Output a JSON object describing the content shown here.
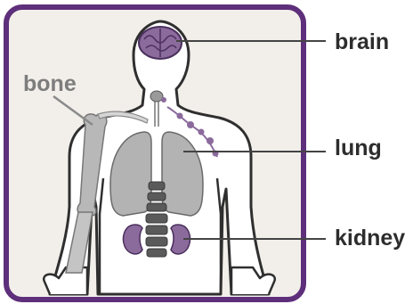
{
  "labels": {
    "bone": "bone",
    "brain": "brain",
    "lung": "lung",
    "kidney": "kidney"
  },
  "colors": {
    "frame": "#5e2f7a",
    "background": "#f2efea",
    "body_fill": "#ffffff",
    "outline": "#2f2f2f",
    "organ_gray": "#b3b3b3",
    "organ_outline": "#6a6a6a",
    "purple_organ": "#8b6a9c",
    "bone_label": "#7d7d7d",
    "label_text": "#2d2d2d"
  }
}
